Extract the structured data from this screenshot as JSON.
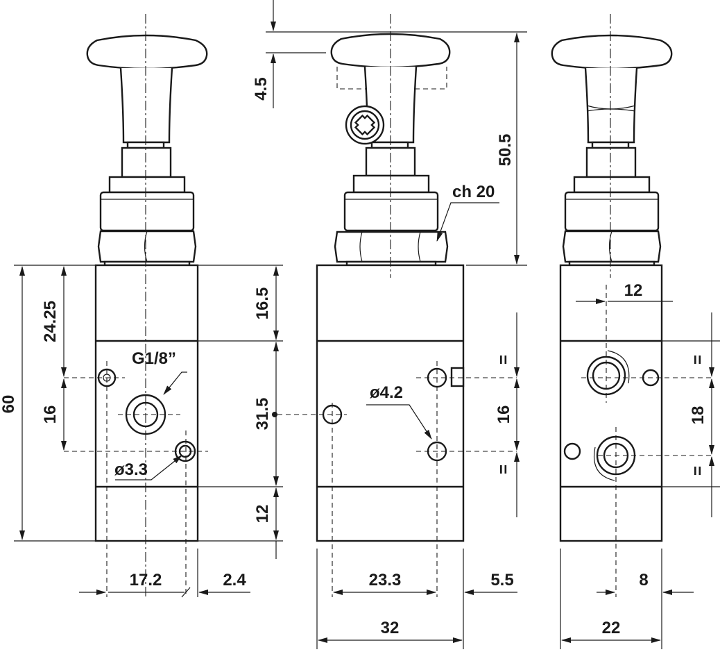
{
  "dimensions": {
    "left_height_total": "60",
    "left_top_offset": "24.25",
    "left_port_spacing": "16",
    "left_port_thread": "G1/8”",
    "left_hole_dia": "ø3.3",
    "left_width_offset": "17.2",
    "left_small_offset": "2.4",
    "middle_top": "4.5",
    "middle_height_top": "50.5",
    "middle_wrench": "ch 20",
    "middle_upper": "16.5",
    "middle_mid": "31.5",
    "middle_lower": "12",
    "middle_hole_dia": "ø4.2",
    "middle_port_spacing": "16",
    "middle_equal_top": "=",
    "middle_equal_bottom": "=",
    "middle_width_offset": "23.3",
    "middle_small_offset": "5.5",
    "middle_width_total": "32",
    "right_top_offset": "12",
    "right_port_spacing": "18",
    "right_equal_top": "=",
    "right_equal_bottom": "=",
    "right_small_offset": "8",
    "right_width_total": "22"
  },
  "colors": {
    "line": "#1a1a1a",
    "background": "#ffffff"
  }
}
